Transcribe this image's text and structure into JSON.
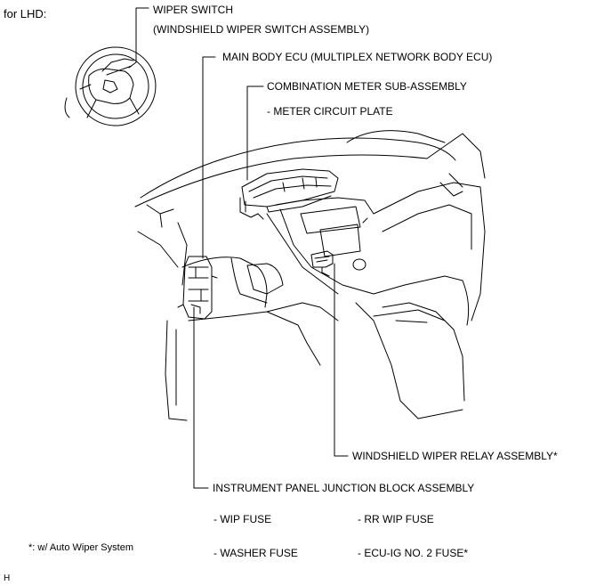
{
  "header": {
    "variant": "for LHD:"
  },
  "callouts": {
    "wiper_switch": {
      "title": "WIPER SWITCH",
      "detail": "(WINDSHIELD WIPER SWITCH ASSEMBLY)"
    },
    "main_body_ecu": {
      "title": "MAIN BODY ECU (MULTIPLEX NETWORK BODY ECU)"
    },
    "combination_meter": {
      "title": "COMBINATION METER SUB-ASSEMBLY",
      "part": "- METER CIRCUIT PLATE"
    },
    "wiper_relay": {
      "title": "WINDSHIELD WIPER RELAY ASSEMBLY*"
    },
    "junction_block": {
      "title": "INSTRUMENT PANEL JUNCTION BLOCK ASSEMBLY",
      "fuses": [
        "- WIP FUSE",
        "- RR WIP FUSE",
        "- WASHER FUSE",
        "- ECU-IG NO. 2 FUSE*"
      ]
    }
  },
  "footnote": "*: w/ Auto Wiper System",
  "corner_mark": "H"
}
